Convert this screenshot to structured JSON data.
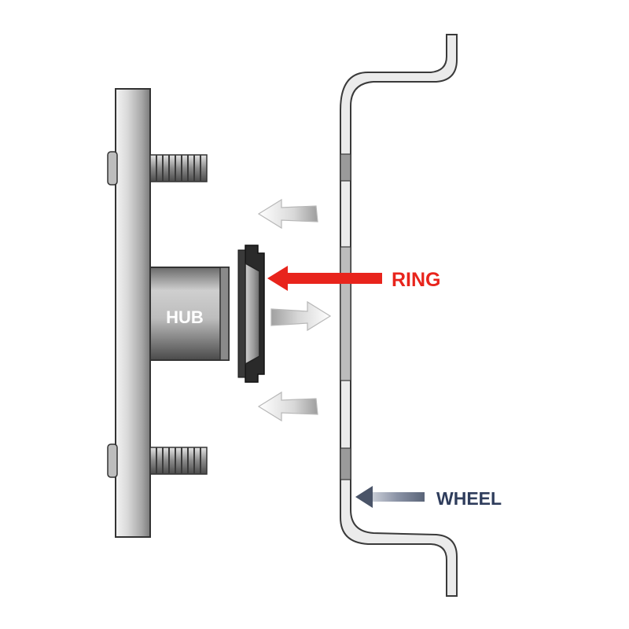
{
  "labels": {
    "hub": "HUB",
    "ring": "RING",
    "wheel": "WHEEL"
  },
  "colors": {
    "ring_accent": "#e8241c",
    "wheel_accent": "#3a4a6a",
    "metal_light": "#d8d8d8",
    "metal_dark": "#5a5a5a",
    "outline": "#333333",
    "ghost_arrow": "#cfcfcf"
  }
}
